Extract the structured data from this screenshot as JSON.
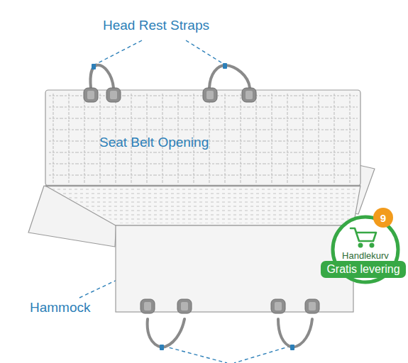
{
  "diagram": {
    "nodes": [
      {
        "text": [
          "Handlekurv"
        ]
      },
      {
        "text": [
          "9"
        ]
      },
      {
        "text": [
          "Gratis levering"
        ]
      }
    ],
    "labels": [
      "Head Rest Straps",
      "Seat Belt Opening",
      "Hammock"
    ]
  }
}
